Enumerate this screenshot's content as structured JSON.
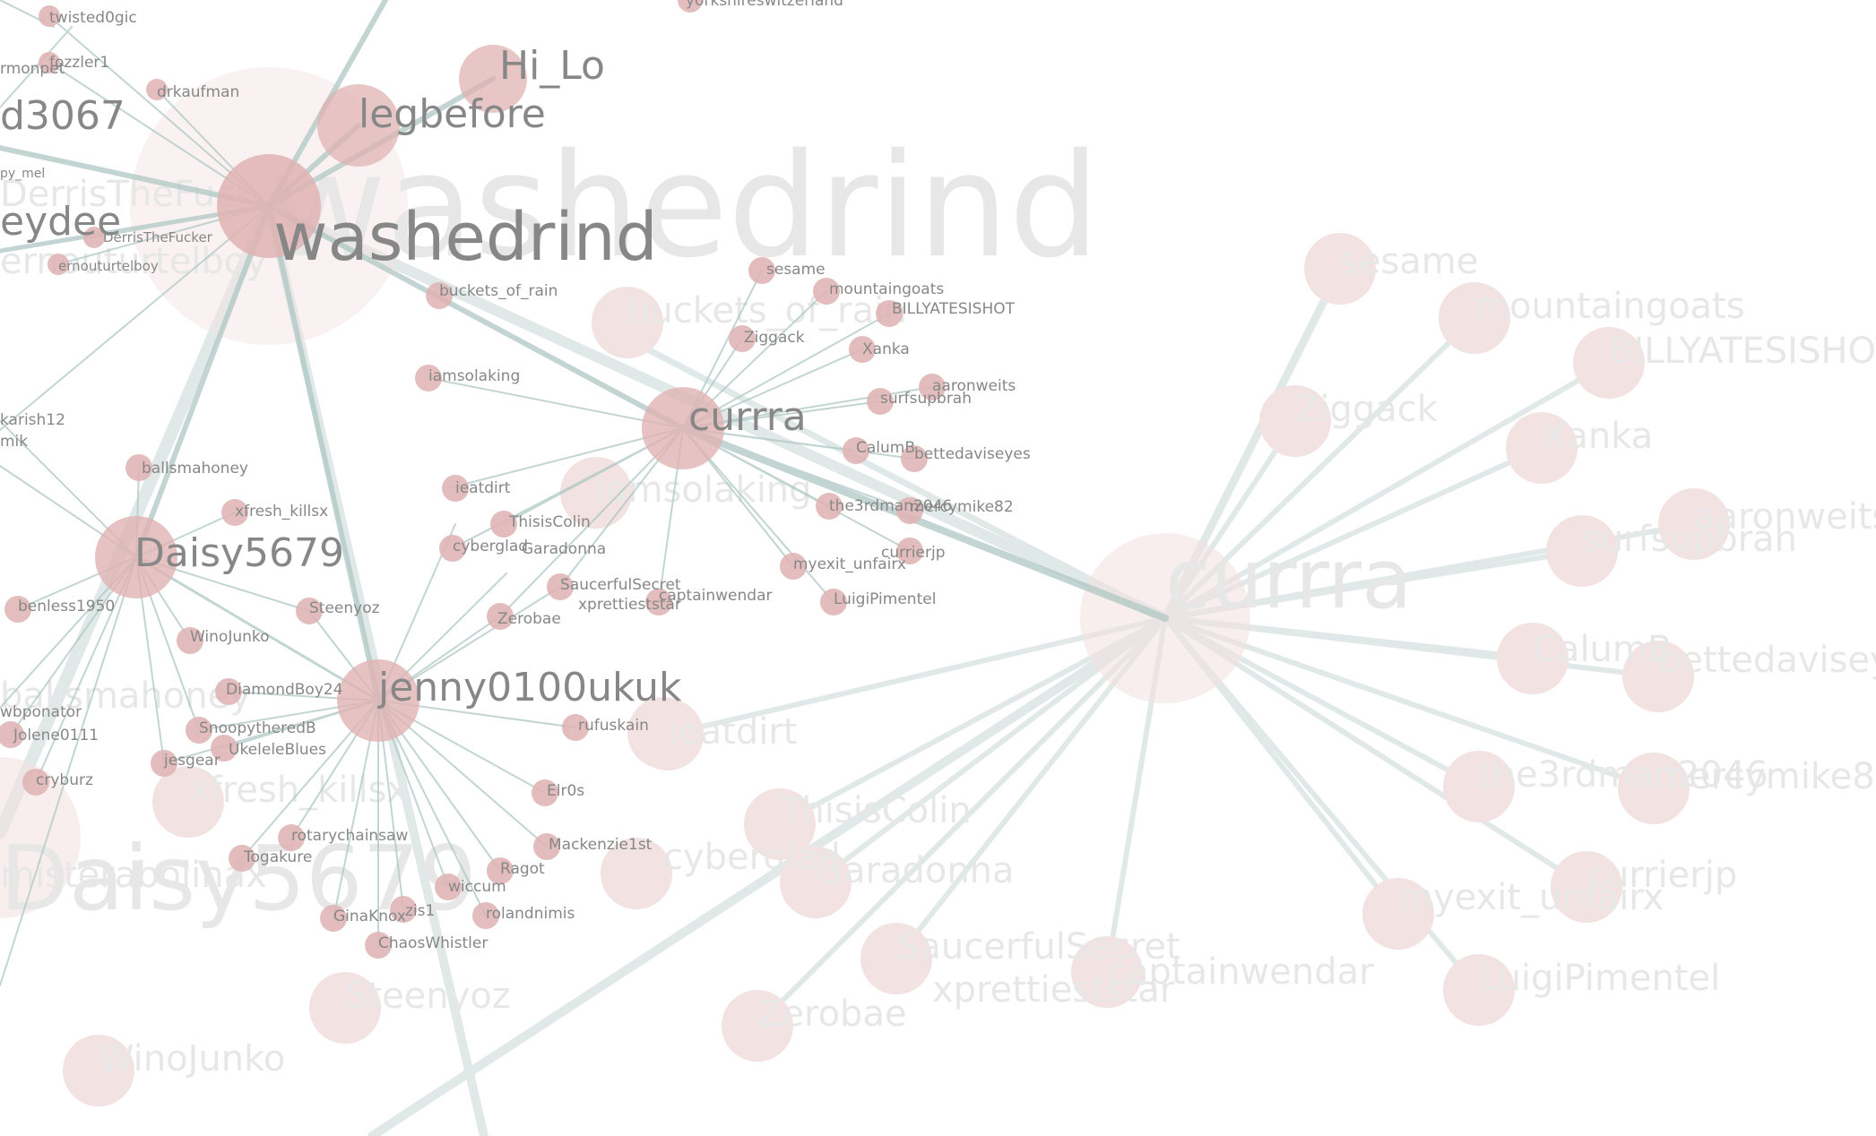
{
  "colors": {
    "background": "#ffffff",
    "node_fill": "#d9a2a2",
    "edge": "#9dbab6",
    "label": "#6d6d6d"
  },
  "hubs": {
    "washedrind": "washedrind",
    "currra": "currra",
    "daisy5679": "Daisy5679",
    "jenny0100ukuk": "jenny0100ukuk",
    "hi_lo": "Hi_Lo",
    "legbefore": "legbefore"
  },
  "nodes": {
    "twisted0gic": "twisted0gic",
    "fozzler1": "fozzler1",
    "rmonpet": "rmonpet",
    "drkaufman": "drkaufman",
    "d3067": "d3067",
    "eydee": "eydee",
    "py_mel": "py_mel",
    "derristhefucker": "DerrisTheFucker",
    "ernouturtelboy": "ernouturtelboy",
    "buckets_of_rain": "buckets_of_rain",
    "iamsolaking": "iamsolaking",
    "sesame": "sesame",
    "mountaingoats": "mountaingoats",
    "billyatesishot": "BILLYATESISHOT",
    "ziggack": "Ziggack",
    "xanka": "Xanka",
    "aaronweits": "aaronweits",
    "surfsupbrah": "surfsupbrah",
    "calumb": "CalumB",
    "bettedaviseyes": "bettedaviseyes",
    "the3rdman2046": "the3rdman2046",
    "mercymike82": "mercymike82",
    "currierjp": "currierjp",
    "myexit_unfairx": "myexit_unfairx",
    "luigipimentel": "LuigiPimentel",
    "captainwendar": "captainwendar",
    "karish12": "karish12",
    "mik": "mik",
    "ballsmahoney": "ballsmahoney",
    "xfresh_killsx": "xfresh_killsx",
    "ieatdirt": "ieatdirt",
    "thisiscolin": "ThisisColin",
    "cyberglad": "cyberglad",
    "garadonna": "Garadonna",
    "saucerfulsecret": "SaucerfulSecret",
    "xprettieststar": "xprettieststar",
    "zerobae": "Zerobae",
    "benless1950": "benless1950",
    "steenyoz": "Steenyoz",
    "winojunko": "WinoJunko",
    "diamondboy24": "DiamondBoy24",
    "wbponator": "wbponator",
    "jolene0111": "Jolene0111",
    "snoopythered8": "SnoopytheredB",
    "ukuleleblues": "UkeleleBlues",
    "jesgear": "jesgear",
    "rufuskain": "rufuskain",
    "cryburz": "cryburz",
    "elr0s": "Elr0s",
    "rotarychainsaw": "rotarychainsaw",
    "mackenzie1st": "Mackenzie1st",
    "togakure": "Togakure",
    "ragot": "Ragot",
    "wiccum": "wiccum",
    "ginaknox": "GinaKnox",
    "zis1": "zis1",
    "rolandnimis": "rolandnimis",
    "chaoswhistler": "ChaosWhistler",
    "misterabolinax": "misterabolinax",
    "yorkshireswitzerland": "yorkshireswitzerland"
  }
}
